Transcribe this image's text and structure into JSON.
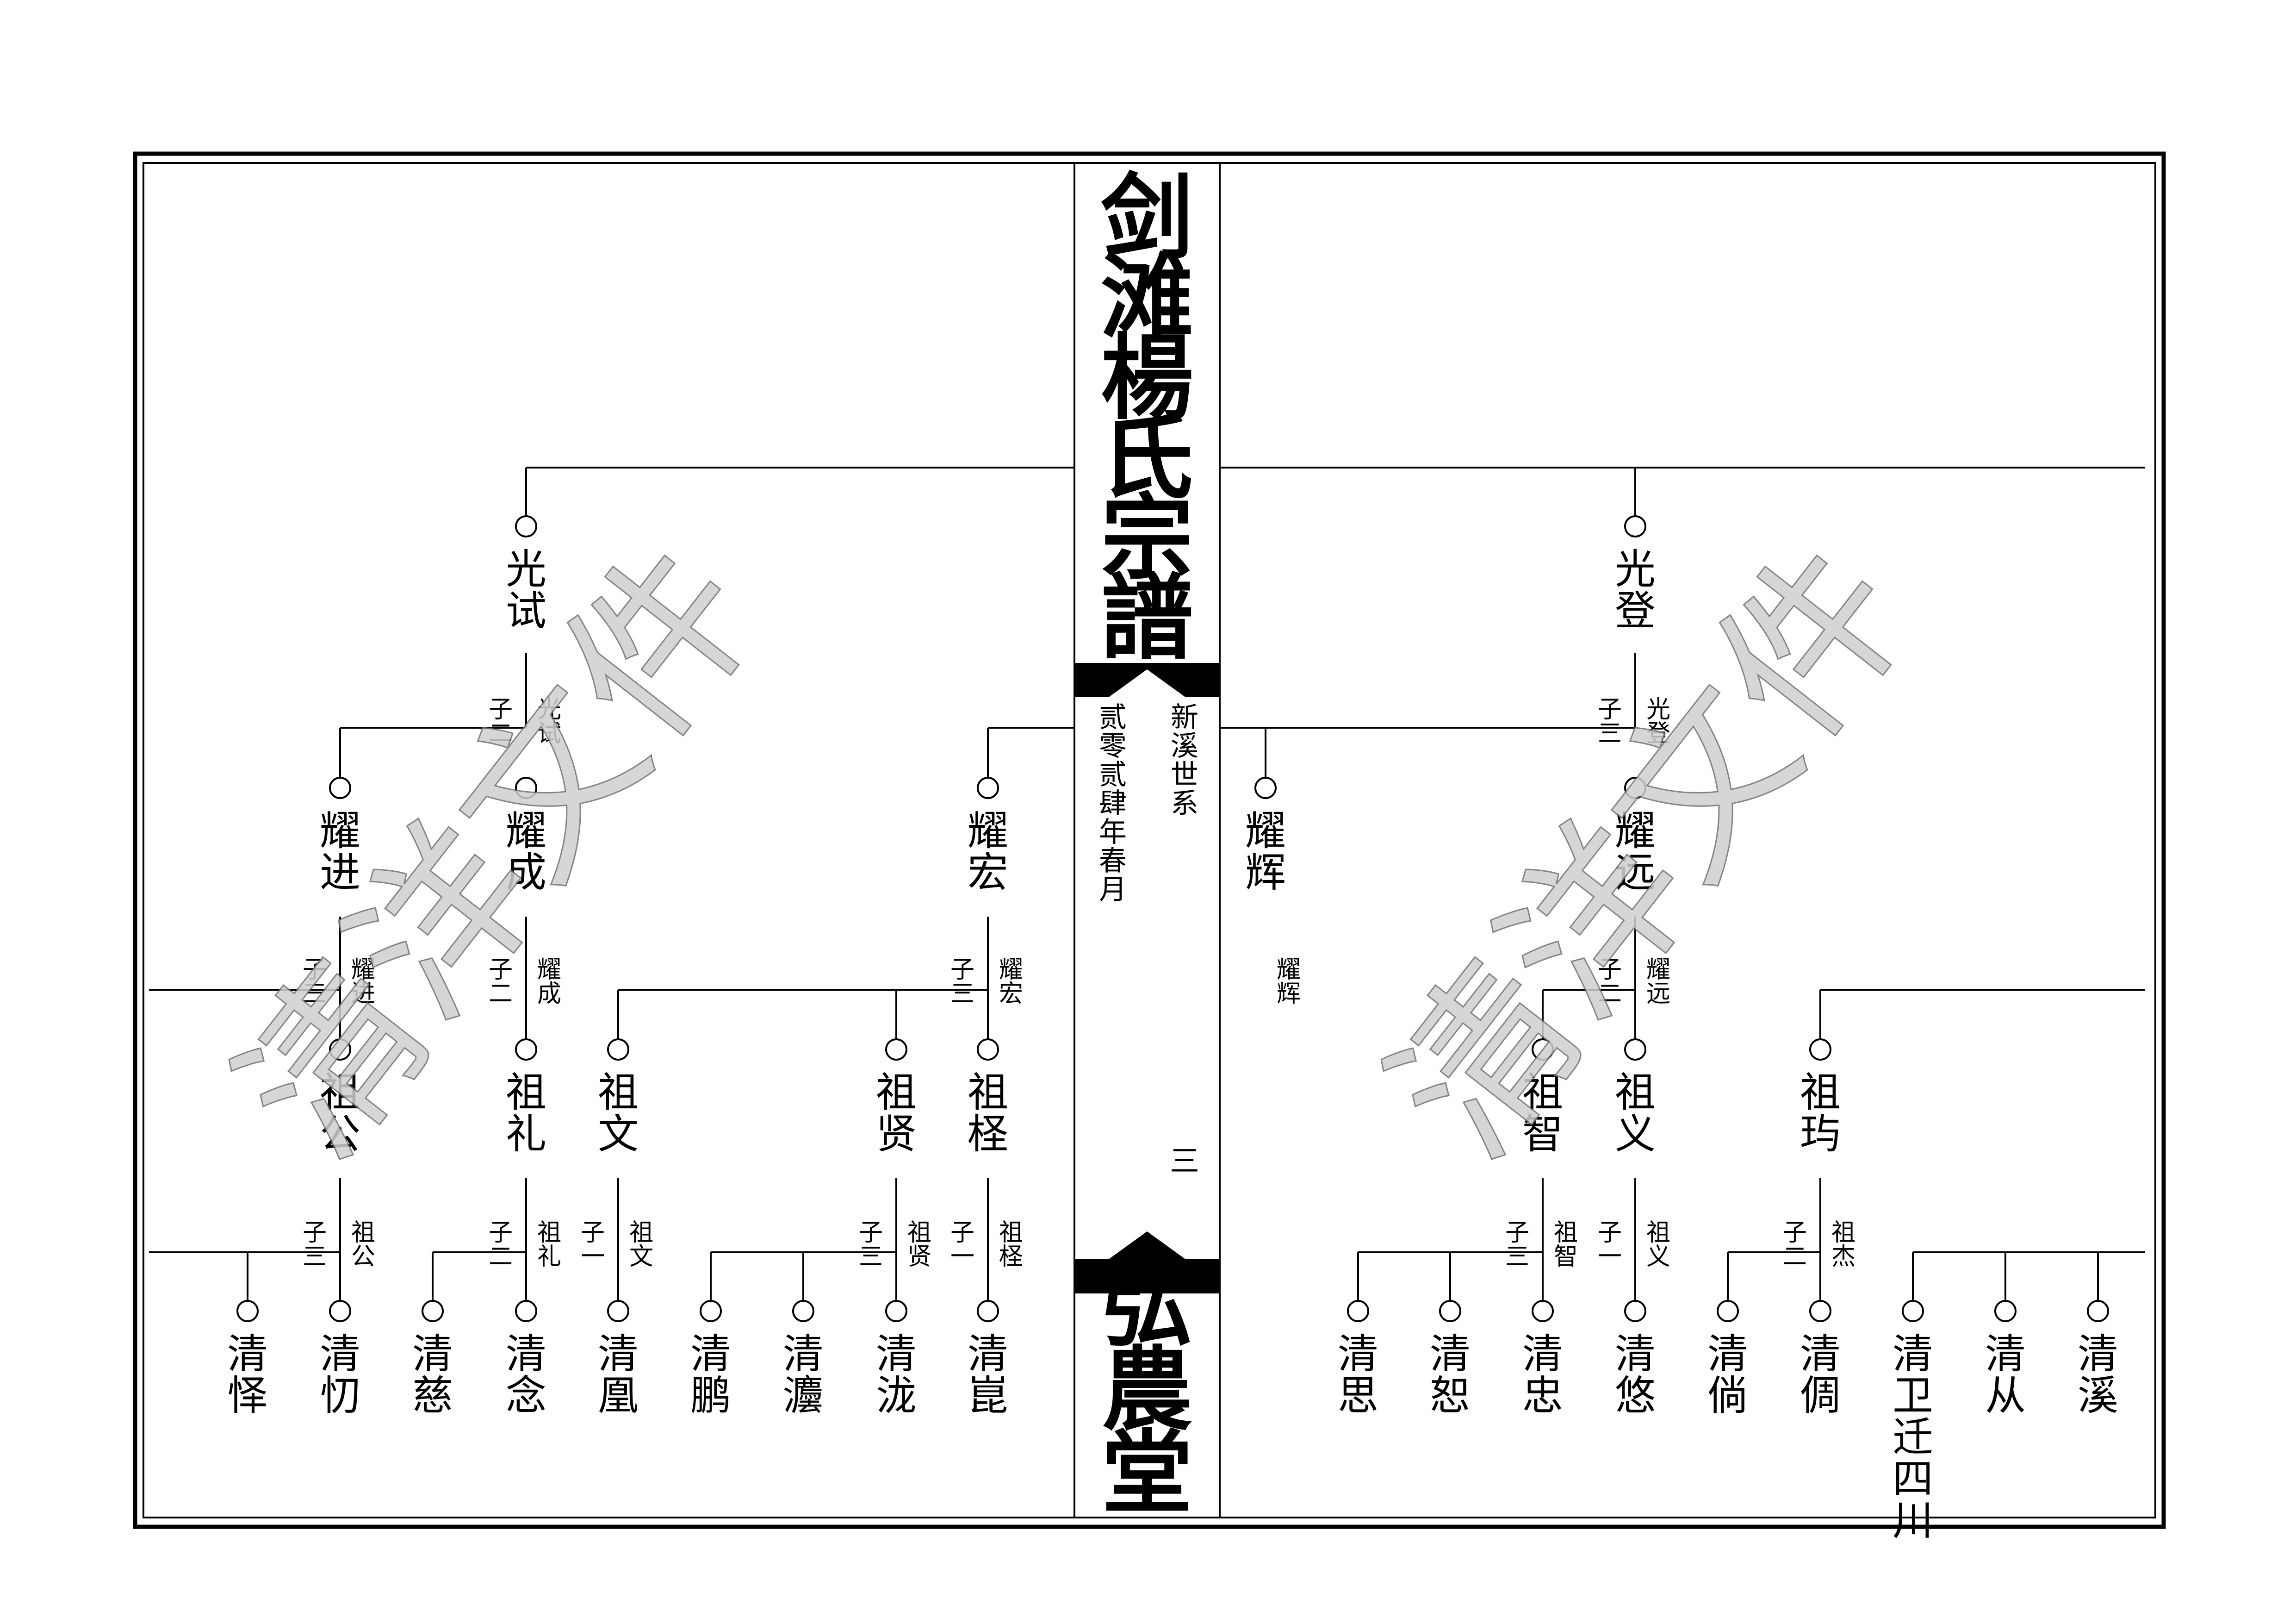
{
  "book": {
    "title": "剑滩楊氏宗譜",
    "hall": "弘農堂",
    "branch": "新溪世系",
    "date": "贰零贰肆年春月",
    "page_number": "三"
  },
  "watermark": "清洋文件",
  "names": {
    "g1_left": "光试",
    "g1_right": "光登",
    "g2_1": "耀进",
    "g2_2": "耀成",
    "g2_3": "耀宏",
    "g2_4": "耀辉",
    "g2_5": "耀远",
    "g3_1": "祖公",
    "g3_2": "祖礼",
    "g3_3": "祖文",
    "g3_4": "祖贤",
    "g3_5": "祖柽",
    "g3_6": "祖智",
    "g3_7": "祖义",
    "g3_8": "祖玙",
    "g4_1": "清怿",
    "g4_2": "清忉",
    "g4_3": "清慈",
    "g4_4": "清念",
    "g4_5": "清凰",
    "g4_6": "清鹏",
    "g4_7": "清灋",
    "g4_8": "清泷",
    "g4_9": "清崑",
    "g4_10": "清思",
    "g4_11": "清恕",
    "g4_12": "清忠",
    "g4_13": "清悠",
    "g4_14": "清倘",
    "g4_15": "清倜",
    "g4_16": "清卫迁四川",
    "g4_17": "清从",
    "g4_18": "清溪"
  },
  "notes": {
    "n_gs_count": "子二",
    "n_gs_name": "光试",
    "n_gd_count": "子三",
    "n_gd_name": "光登",
    "n_yj_count": "子三",
    "n_yj_name": "耀进",
    "n_yc_count": "子二",
    "n_yc_name": "耀成",
    "n_yh_count": "子三",
    "n_yh_name": "耀宏",
    "n_yhui_name": "耀辉",
    "n_yy_count": "子二",
    "n_yy_name": "耀远",
    "n_zg_count": "子三",
    "n_zg_name": "祖公",
    "n_zl_count": "子二",
    "n_zl_name": "祖礼",
    "n_zw_count": "子一",
    "n_zw_name": "祖文",
    "n_zx_count": "子三",
    "n_zx_name": "祖贤",
    "n_zc_count": "子一",
    "n_zc_name": "祖柽",
    "n_zz_count": "子三",
    "n_zz_name": "祖智",
    "n_zy_count": "子一",
    "n_zy_name": "祖义",
    "n_zj_count": "子二",
    "n_zj_name": "祖杰"
  }
}
